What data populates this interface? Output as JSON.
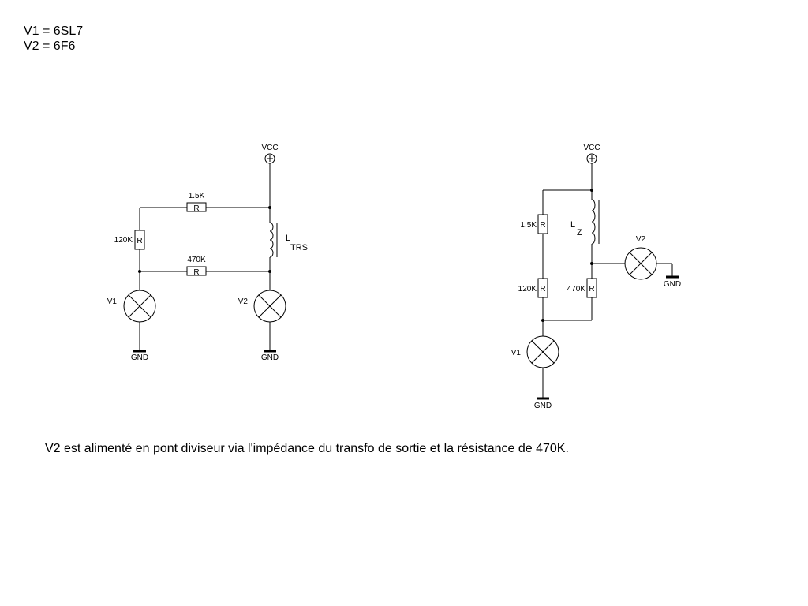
{
  "legend": {
    "line1": "V1 = 6SL7",
    "line2": "V2 = 6F6"
  },
  "caption": "V2 est alimenté en pont diviseur via l'impédance du transfo de sortie et la résistance de 470K.",
  "left_circuit": {
    "vcc": "VCC",
    "r_top": "1.5K",
    "r_left": "120K",
    "r_mid": "470K",
    "r_glyph": "R",
    "inductor_label": "L",
    "inductor_sub": "TRS",
    "v1": "V1",
    "v2": "V2",
    "gnd1": "GND",
    "gnd2": "GND"
  },
  "right_circuit": {
    "vcc": "VCC",
    "r_a": "1.5K",
    "r_b": "120K",
    "r_c": "470K",
    "r_glyph": "R",
    "inductor_label": "L",
    "inductor_sub": "Z",
    "v1": "V1",
    "v2": "V2",
    "gnd1": "GND",
    "gnd2": "GND"
  }
}
